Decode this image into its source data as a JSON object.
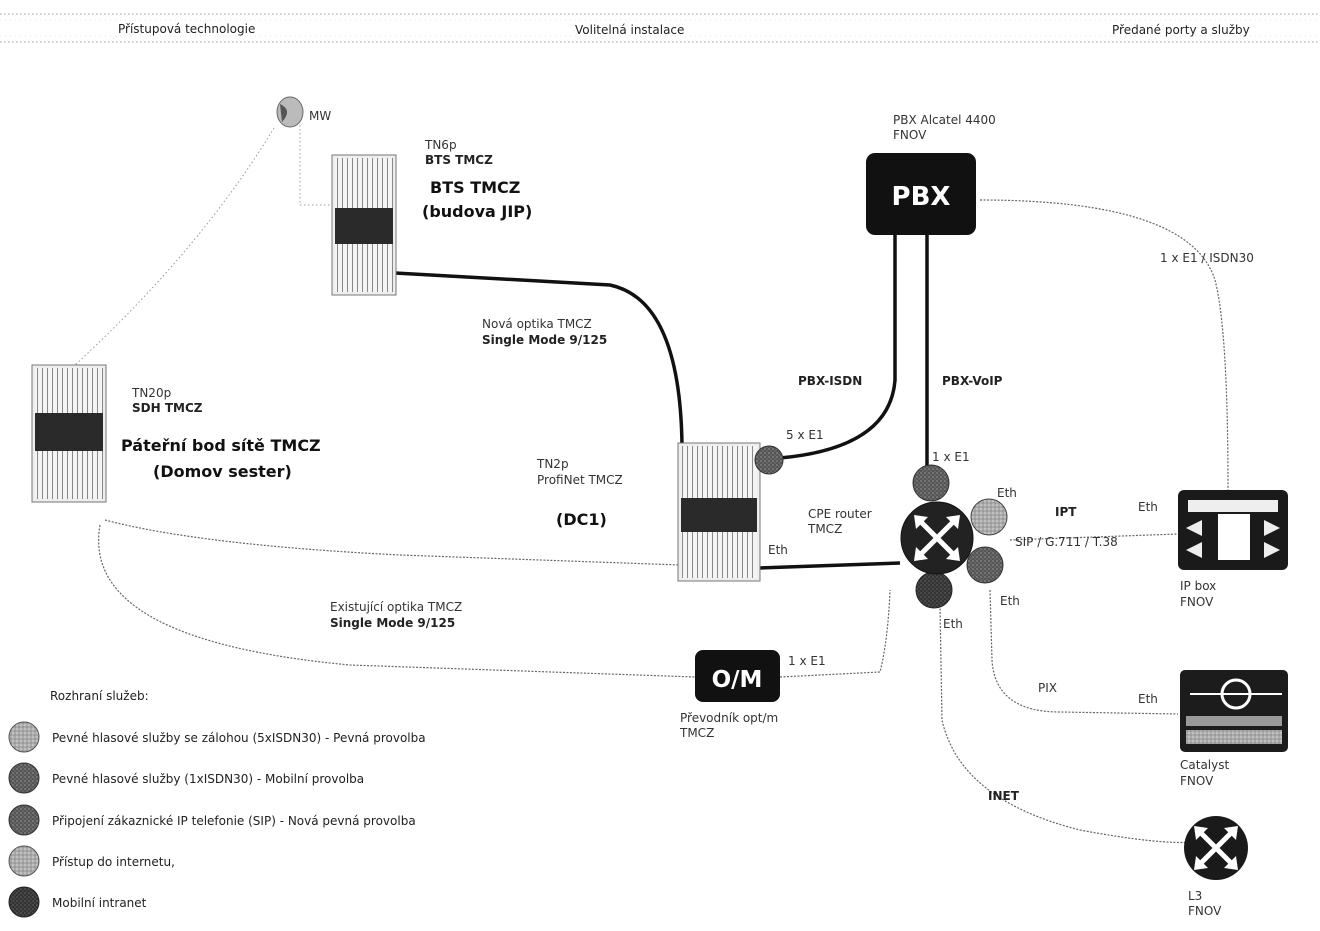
{
  "header": {
    "col1": "Přístupová technologie",
    "col2": "Volitelná instalace",
    "col3": "Předané porty a služby"
  },
  "nodes": {
    "mw_label": "MW",
    "tn6p_line1": "TN6p",
    "tn6p_line2": "BTS TMCZ",
    "bts_title1": "BTS TMCZ",
    "bts_title2": "(budova JIP)",
    "tn20p_line1": "TN20p",
    "tn20p_line2": "SDH TMCZ",
    "paterni_title1": "Páteřní bod sítě TMCZ",
    "paterni_title2": "(Domov sester)",
    "tn2p_line1": "TN2p",
    "tn2p_line2": "ProfiNet TMCZ",
    "dc1": "(DC1)",
    "pbx_caption1": "PBX Alcatel 4400",
    "pbx_caption2": "FNOV",
    "pbx_box": "PBX",
    "cpe_line1": "CPE router",
    "cpe_line2": "TMCZ",
    "om_box": "O/M",
    "om_caption1": "Převodník opt/m",
    "om_caption2": "TMCZ",
    "ipbox_caption1": "IP box",
    "ipbox_caption2": "FNOV",
    "catalyst_caption1": "Catalyst",
    "catalyst_caption2": "FNOV",
    "l3_caption1": "L3",
    "l3_caption2": "FNOV"
  },
  "links": {
    "nova_optika1": "Nová optika TMCZ",
    "nova_optika2": "Single Mode 9/125",
    "existujici1": "Existující optika TMCZ",
    "existujici2": "Single Mode 9/125",
    "pbx_isdn": "PBX-ISDN",
    "pbx_voip": "PBX-VoIP",
    "e1_5": "5 x E1",
    "e1_1_top": "1 x E1",
    "e1_1_om": "1 x E1",
    "e1_isdn30": "1 x E1 / ISDN30",
    "eth_tn2p": "Eth",
    "eth_cpe_right": "Eth",
    "eth_cpe_down1": "Eth",
    "eth_cpe_down2": "Eth",
    "eth_ipbox": "Eth",
    "eth_catalyst": "Eth",
    "ipt": "IPT",
    "sip": "SIP / G.711 / T.38",
    "pix": "PIX",
    "inet": "INET"
  },
  "legend": {
    "title": "Rozhraní služeb:",
    "items": [
      "Pevné hlasové služby se zálohou (5xISDN30) - Pevná provolba",
      "Pevné hlasové služby (1xISDN30) - Mobilní provolba",
      "Připojení zákaznické IP telefonie (SIP) - Nová pevná provolba",
      "Přístup do internetu,",
      "Mobilní intranet"
    ]
  }
}
